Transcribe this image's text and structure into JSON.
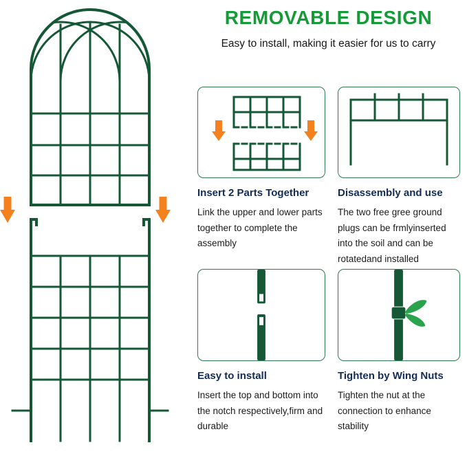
{
  "header": {
    "title": "REMOVABLE DESIGN",
    "subtitle": "Easy to install, making it easier for us to carry"
  },
  "features": [
    {
      "caption": "Insert 2 Parts Together",
      "body": "Link the upper and lower parts together to complete the assembly",
      "icon": "trellis-split-with-arrows-icon"
    },
    {
      "caption": "Disassembly and use",
      "body": "The two free gree ground plugs can be frmlyinserted into the soil and can be rotatedand installed",
      "icon": "trellis-ground-plugs-icon"
    },
    {
      "caption": "Easy to install",
      "body": "Insert the top and bottom into the notch respectively,firm and durable",
      "icon": "pole-notch-icon"
    },
    {
      "caption": "Tighten by Wing Nuts",
      "body": "Tighten the nut at the connection to enhance stability",
      "icon": "pole-wing-nut-icon"
    }
  ],
  "illustration": {
    "main": "two-part gothic-arch garden trellis with split joint",
    "arrows": [
      "split-arrow-left",
      "split-arrow-right"
    ]
  },
  "colors": {
    "trellis_green": "#155835",
    "header_green": "#149b38",
    "caption_navy": "#132c54",
    "arrow_orange": "#f5801e",
    "wingnut_green": "#2aa34d",
    "panel_border": "#2e7b4f",
    "body_text": "#1b1b1b"
  }
}
